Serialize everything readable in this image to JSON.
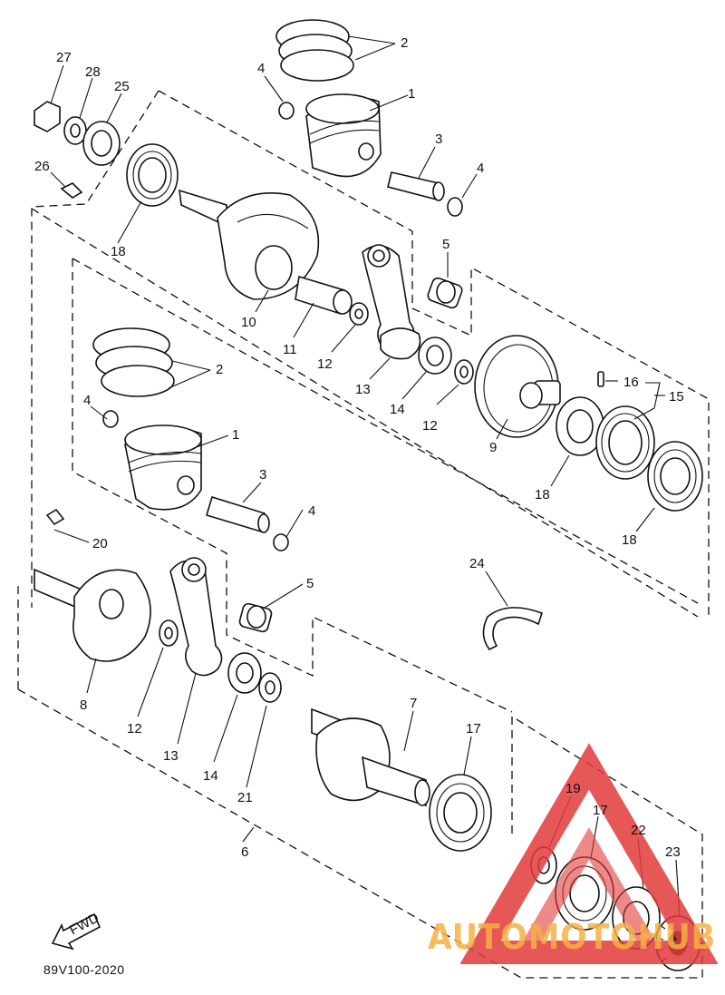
{
  "diagram": {
    "catalog_code": "89V100-2020",
    "fwd_label": "FWD",
    "watermark": "AUTOMOTOHUB",
    "callouts": [
      {
        "id": "c27",
        "text": "27"
      },
      {
        "id": "c28",
        "text": "28"
      },
      {
        "id": "c25",
        "text": "25"
      },
      {
        "id": "c26",
        "text": "26"
      },
      {
        "id": "c18a",
        "text": "18"
      },
      {
        "id": "c2a",
        "text": "2"
      },
      {
        "id": "c4a",
        "text": "4"
      },
      {
        "id": "c1a",
        "text": "1"
      },
      {
        "id": "c3a",
        "text": "3"
      },
      {
        "id": "c4b",
        "text": "4"
      },
      {
        "id": "c5a",
        "text": "5"
      },
      {
        "id": "c10",
        "text": "10"
      },
      {
        "id": "c11",
        "text": "11"
      },
      {
        "id": "c12a",
        "text": "12"
      },
      {
        "id": "c13a",
        "text": "13"
      },
      {
        "id": "c14a",
        "text": "14"
      },
      {
        "id": "c12b",
        "text": "12"
      },
      {
        "id": "c9",
        "text": "9"
      },
      {
        "id": "c16",
        "text": "16"
      },
      {
        "id": "c15",
        "text": "15"
      },
      {
        "id": "c18b",
        "text": "18"
      },
      {
        "id": "c18c",
        "text": "18"
      },
      {
        "id": "c2b",
        "text": "2"
      },
      {
        "id": "c4c",
        "text": "4"
      },
      {
        "id": "c1b",
        "text": "1"
      },
      {
        "id": "c3b",
        "text": "3"
      },
      {
        "id": "c4d",
        "text": "4"
      },
      {
        "id": "c20",
        "text": "20"
      },
      {
        "id": "c5b",
        "text": "5"
      },
      {
        "id": "c24",
        "text": "24"
      },
      {
        "id": "c8",
        "text": "8"
      },
      {
        "id": "c12c",
        "text": "12"
      },
      {
        "id": "c13b",
        "text": "13"
      },
      {
        "id": "c14b",
        "text": "14"
      },
      {
        "id": "c21",
        "text": "21"
      },
      {
        "id": "c7",
        "text": "7"
      },
      {
        "id": "c17a",
        "text": "17"
      },
      {
        "id": "c19",
        "text": "19"
      },
      {
        "id": "c17b",
        "text": "17"
      },
      {
        "id": "c22",
        "text": "22"
      },
      {
        "id": "c23",
        "text": "23"
      },
      {
        "id": "c6",
        "text": "6"
      }
    ]
  },
  "colors": {
    "line": "#111111",
    "watermark_red": "#e23b3b",
    "watermark_orange": "#f5b042",
    "watermark_gray": "#8a8a8a"
  }
}
